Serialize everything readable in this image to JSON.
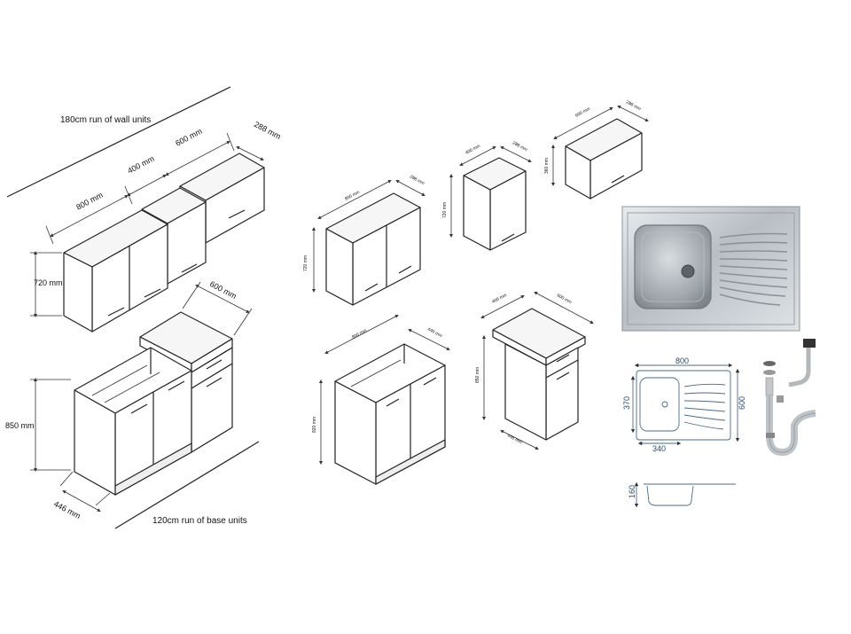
{
  "overview": {
    "wall_run_caption": "180cm run of wall units",
    "base_run_caption": "120cm run of base units",
    "dim_800": "800 mm",
    "dim_400": "400 mm",
    "dim_600_wall": "600 mm",
    "dim_288": "288 mm",
    "dim_720": "720 mm",
    "dim_600_base": "600 mm",
    "dim_850": "850 mm",
    "dim_446": "446 mm"
  },
  "wall_unit_800": {
    "width": "800 mm",
    "depth": "288 mm",
    "height": "720 mm"
  },
  "wall_unit_400": {
    "width": "400 mm",
    "depth": "288 mm",
    "height": "720 mm"
  },
  "wall_unit_600": {
    "width": "600 mm",
    "depth": "288 mm",
    "height": "360 mm"
  },
  "sink_base_unit": {
    "width": "800 mm",
    "depth": "446 mm",
    "height": "820 mm"
  },
  "drawer_base_unit": {
    "width": "400 mm",
    "depth": "600 mm",
    "height": "850 mm",
    "base_depth": "446 mm"
  },
  "sink_drawing": {
    "width": "800",
    "height": "600",
    "bowl_height": "370",
    "bowl_width": "340",
    "depth": "160"
  },
  "colors": {
    "line": "#222222",
    "sink_dimension": "#2a4a6a",
    "steel": "#c9cdd1"
  }
}
